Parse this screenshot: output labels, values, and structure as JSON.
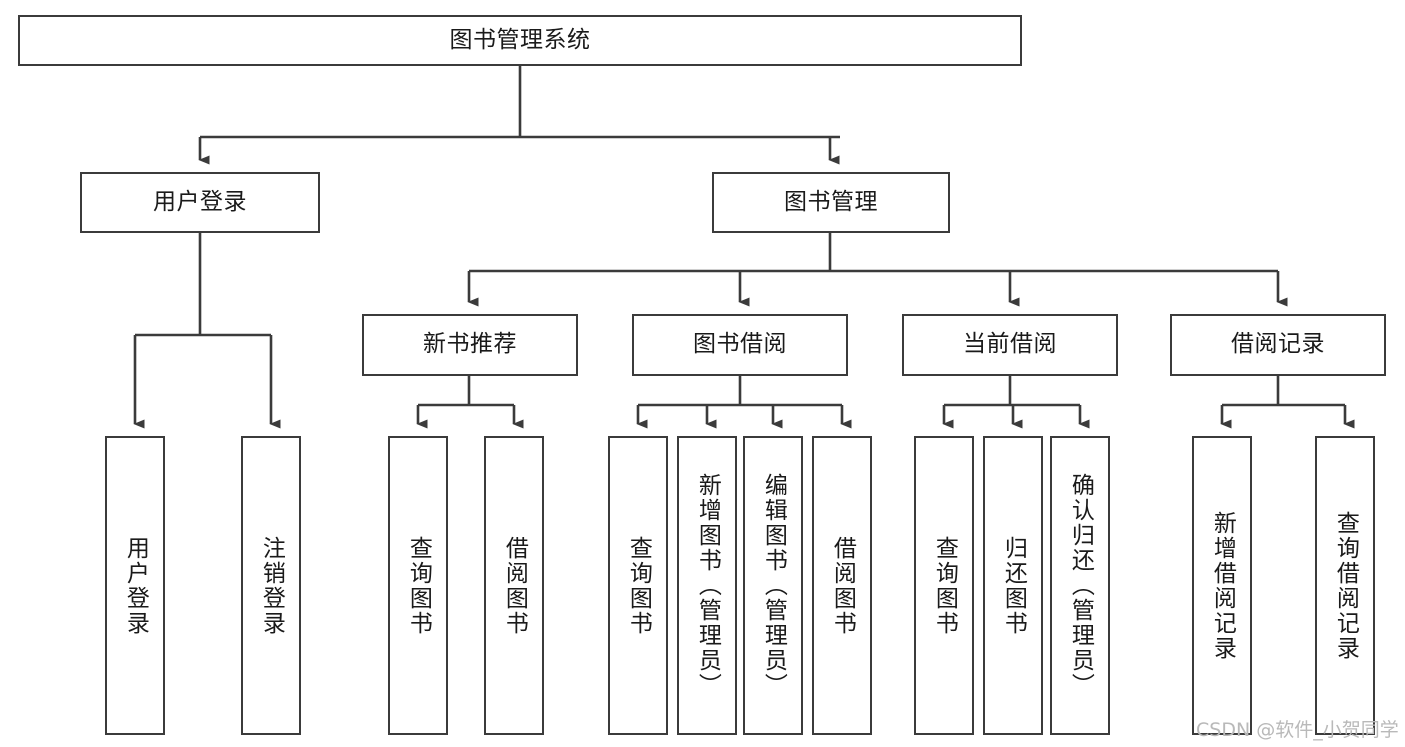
{
  "diagram": {
    "title": "图书管理系统",
    "watermark": "CSDN @软件_小贺同学",
    "colors": {
      "box_border": "#3b3b3b",
      "edge": "#3b3b3b",
      "background": "#ffffff",
      "text": "#1a1a1a",
      "watermark": "#b9b9b9"
    },
    "nodes": {
      "root": {
        "label": "图书管理系统"
      },
      "l1": [
        {
          "label": "用户登录"
        },
        {
          "label": "图书管理"
        }
      ],
      "l2": [
        {
          "label": "新书推荐"
        },
        {
          "label": "图书借阅"
        },
        {
          "label": "当前借阅"
        },
        {
          "label": "借阅记录"
        }
      ],
      "leaves_user_login": [
        {
          "label": "用户登录"
        },
        {
          "label": "注销登录"
        }
      ],
      "leaves_new_book": [
        {
          "label": "查询图书"
        },
        {
          "label": "借阅图书"
        }
      ],
      "leaves_borrow": [
        {
          "label": "查询图书"
        },
        {
          "label": "新增图书（管理员）"
        },
        {
          "label": "编辑图书（管理员）"
        },
        {
          "label": "借阅图书"
        }
      ],
      "leaves_current": [
        {
          "label": "查询图书"
        },
        {
          "label": "归还图书"
        },
        {
          "label": "确认归还（管理员）"
        }
      ],
      "leaves_records": [
        {
          "label": "新增借阅记录"
        },
        {
          "label": "查询借阅记录"
        }
      ]
    }
  }
}
